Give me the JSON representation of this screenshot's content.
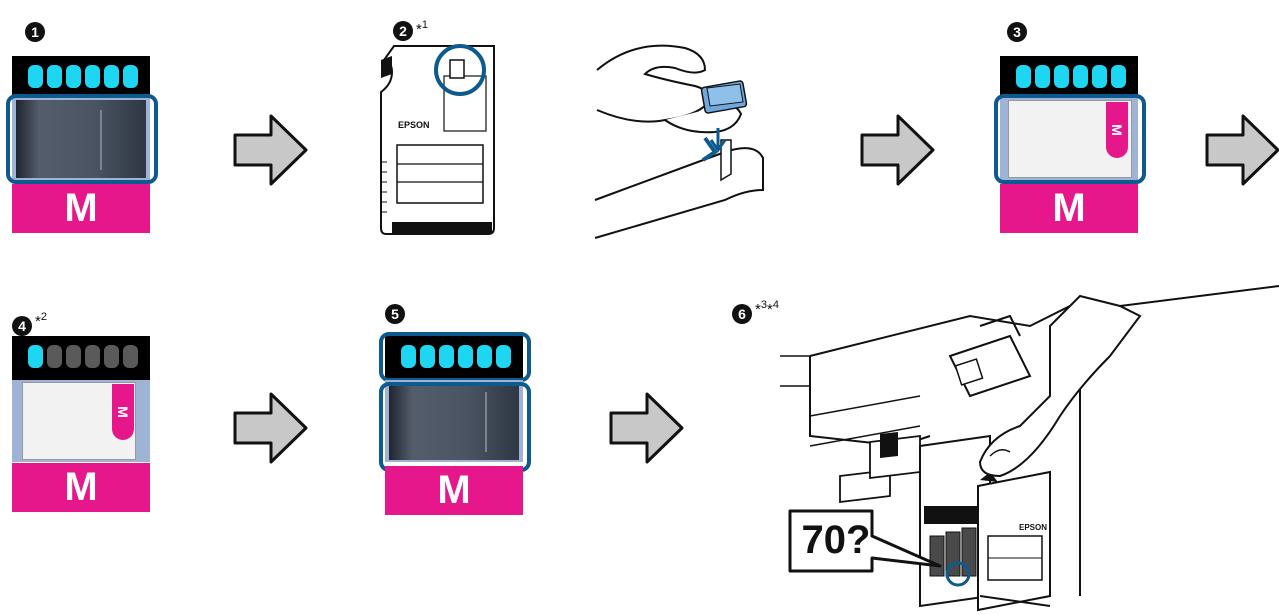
{
  "steps": [
    {
      "num": "1",
      "marks": ""
    },
    {
      "num": "2",
      "marks": "*",
      "sup1": "1"
    },
    {
      "num": "3",
      "marks": ""
    },
    {
      "num": "4",
      "marks": "*",
      "sup1": "2"
    },
    {
      "num": "5",
      "marks": ""
    },
    {
      "num": "6",
      "marks1": "*",
      "sup1": "3",
      "marks2": "*",
      "sup2": "4"
    }
  ],
  "color_label": "M",
  "brand": "EPSON",
  "callout_text": "70?",
  "colors": {
    "magenta": "#e6168b",
    "segment_cyan": "#1fd6f2",
    "ring_blue": "#0d5a8e",
    "panel_blue": "#9fb3d6",
    "arrow_gray": "#c8c8c8"
  },
  "icons": [
    "arrow-right-icon",
    "chip-unit-icon",
    "hand-icon",
    "printer-icon"
  ]
}
